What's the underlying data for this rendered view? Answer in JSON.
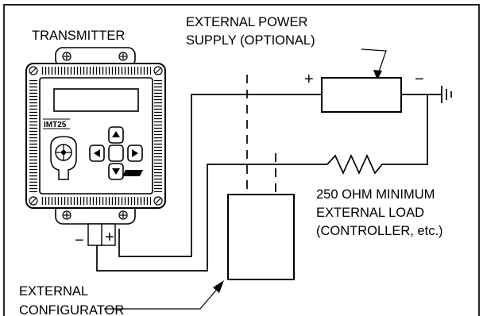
{
  "labels": {
    "transmitter": "TRANSMITTER",
    "power_supply_line1": "EXTERNAL POWER",
    "power_supply_line2": "SUPPLY (OPTIONAL)",
    "load_line1": "250 OHM MINIMUM",
    "load_line2": "EXTERNAL LOAD",
    "load_line3": "(CONTROLLER, etc.)",
    "configurator_line1": "EXTERNAL",
    "configurator_line2": "CONFIGURATOR",
    "device_badge": "IMT25"
  },
  "terminals": {
    "transmitter_minus": "−",
    "transmitter_plus": "+",
    "supply_plus": "+",
    "supply_minus": "−"
  }
}
